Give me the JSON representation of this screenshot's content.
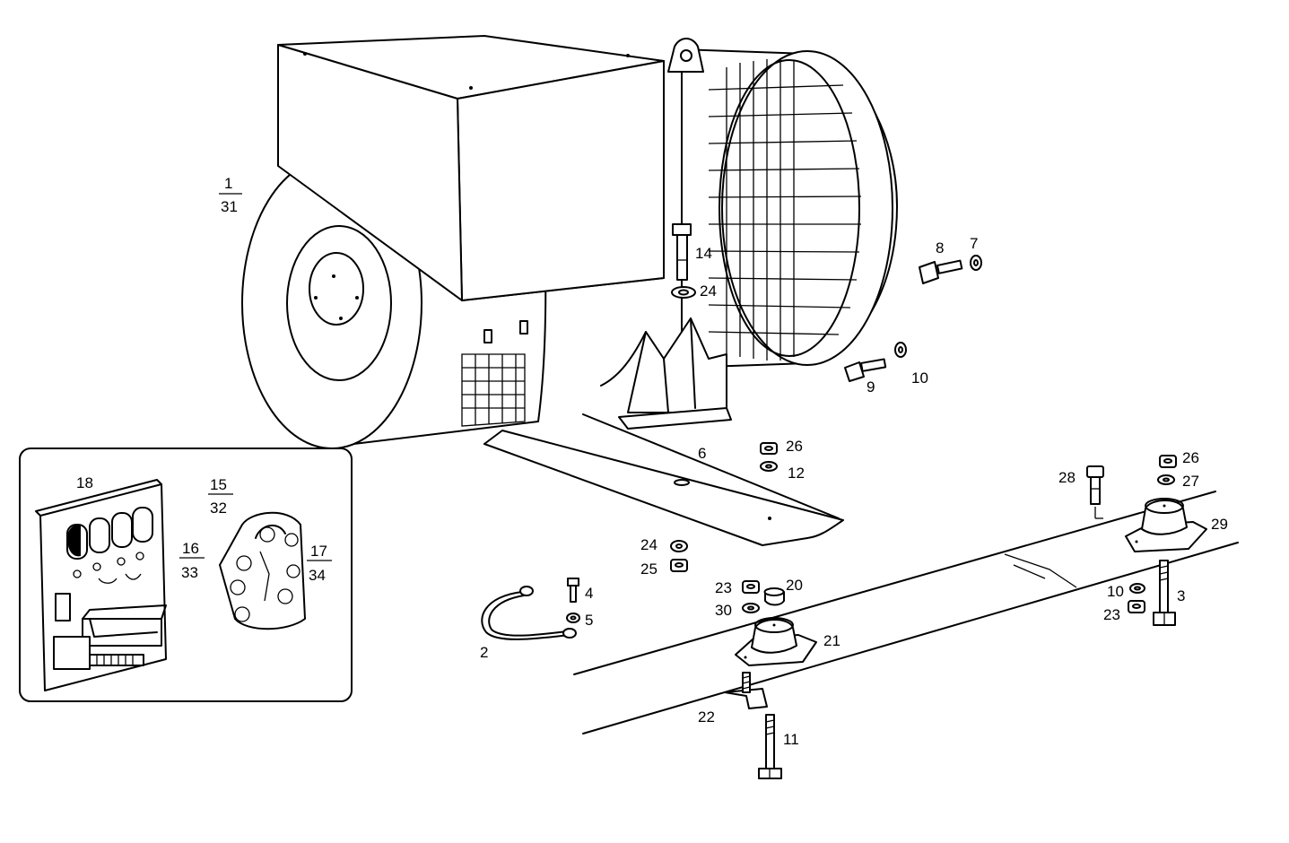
{
  "labels": {
    "p1": "1",
    "p31": "31",
    "p2": "2",
    "p3": "3",
    "p4": "4",
    "p5": "5",
    "p6": "6",
    "p7": "7",
    "p8": "8",
    "p9": "9",
    "p10a": "10",
    "p10b": "10",
    "p11": "11",
    "p12": "12",
    "p14": "14",
    "p15": "15",
    "p32": "32",
    "p16": "16",
    "p33": "33",
    "p17": "17",
    "p34": "34",
    "p18": "18",
    "p20": "20",
    "p21": "21",
    "p22": "22",
    "p23a": "23",
    "p23b": "23",
    "p24a": "24",
    "p24b": "24",
    "p25": "25",
    "p26a": "26",
    "p26b": "26",
    "p27": "27",
    "p28": "28",
    "p29": "29",
    "p30": "30"
  }
}
